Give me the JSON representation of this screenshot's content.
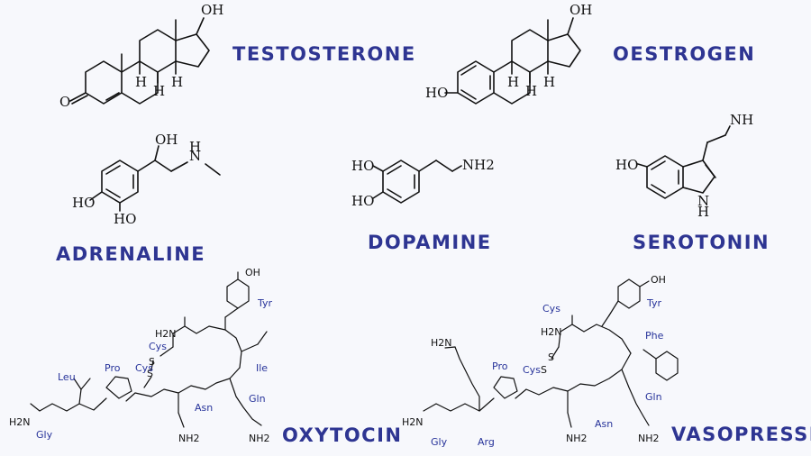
{
  "colors": {
    "title": "#2e3592",
    "residue": "#27339a",
    "bond": "#111111",
    "background": "#f7f8fc"
  },
  "titles": {
    "testosterone": "TESTOSTERONE",
    "oestrogen": "OESTROGEN",
    "adrenaline": "ADRENALINE",
    "dopamine": "DOPAMINE",
    "serotonin": "SEROTONIN",
    "oxytocin": "OXYTOCIN",
    "vasopressin": "VASOPRESSIN"
  },
  "atoms": {
    "oh": "OH",
    "ho": "HO",
    "o": "O",
    "h": "H",
    "nh2": "NH2",
    "nh": "NH",
    "n": "N",
    "h_small": "H",
    "h2n": "H2N",
    "nh2_amide": "NH2",
    "s": "S",
    "h2n_guan": "H2N"
  },
  "residues": {
    "oxytocin": [
      "Tyr",
      "Cys",
      "Ile",
      "Cys",
      "Pro",
      "Leu",
      "Gln",
      "Asn",
      "Gly"
    ],
    "vasopressin": [
      "Cys",
      "Tyr",
      "Phe",
      "Pro",
      "Cys",
      "Gln",
      "Asn",
      "Gly",
      "Arg"
    ]
  }
}
